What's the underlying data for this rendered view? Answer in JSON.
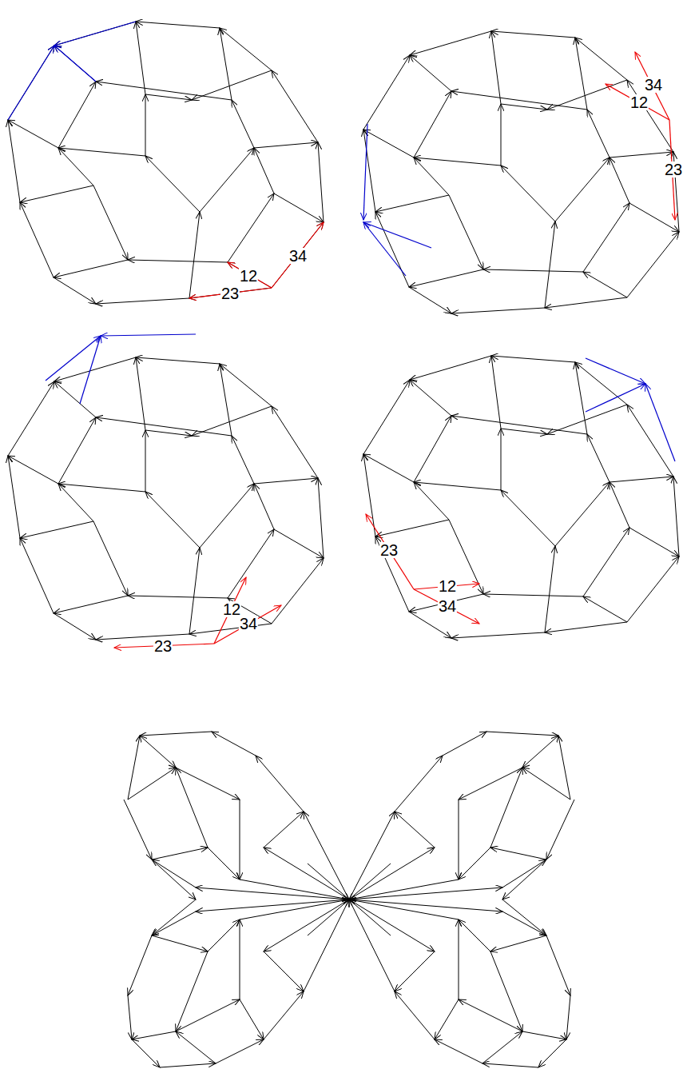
{
  "diagram": {
    "labels": [
      "34",
      "12",
      "23",
      "34",
      "12",
      "23",
      "12",
      "34",
      "23",
      "23",
      "12",
      "34"
    ]
  }
}
